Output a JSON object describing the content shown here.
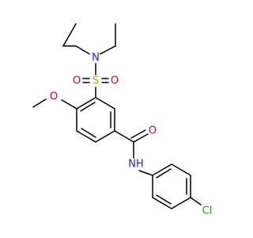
{
  "colors": {
    "bond": "#000000",
    "nitrogen": "#1f1fe6",
    "oxygen": "#e6001a",
    "sulfur": "#b3a300",
    "chlorine": "#19a819",
    "background": "#ffffff"
  },
  "atoms": {
    "n_sulfonamide": "N",
    "s_sulfonyl": "S",
    "o_sulfonyl_left": "O",
    "o_sulfonyl_right": "O",
    "o_methoxy": "O",
    "o_carbonyl": "O",
    "nh_amide": "NH",
    "cl": "Cl"
  }
}
